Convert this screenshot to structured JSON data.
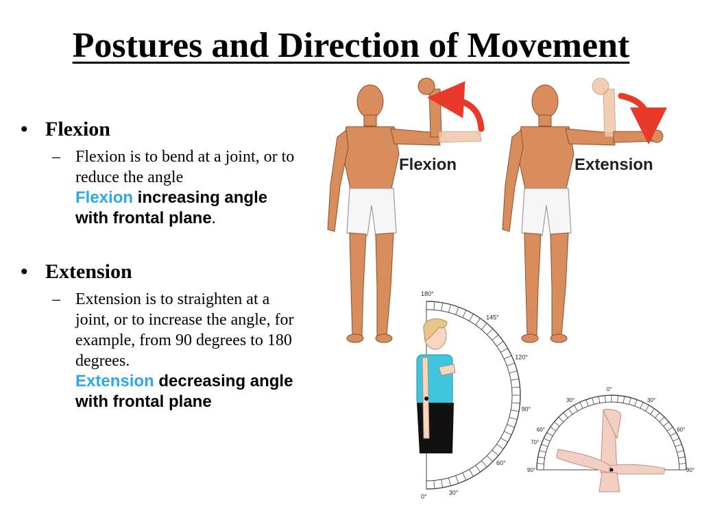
{
  "title": "Postures and Direction of Movement",
  "bullets": [
    {
      "heading": "Flexion",
      "text": "Flexion is to bend at a joint, or to reduce the angle",
      "highlight": "Flexion",
      "bold": " increasing angle with frontal plane",
      "tail": "."
    },
    {
      "heading": "Extension",
      "text": "Extension is to straighten at a joint, or to increase the angle, for example, from 90 degrees to 180 degrees.",
      "highlight": "Extension",
      "bold": " decreasing angle with frontal plane",
      "tail": ""
    }
  ],
  "figures": {
    "flexion_label": "Flexion",
    "extension_label": "Extension",
    "arc_labels": [
      "180°",
      "145°",
      "120°",
      "90°",
      "60°",
      "30°",
      "0°"
    ],
    "fan_labels": [
      "0°",
      "30°",
      "30°",
      "60°",
      "60°",
      "70°",
      "90°",
      "90°"
    ]
  },
  "colors": {
    "highlight": "#2ba9e4",
    "skin": "#d98c5c",
    "arrow": "#e8392a",
    "shirt": "#3fc6dc"
  }
}
